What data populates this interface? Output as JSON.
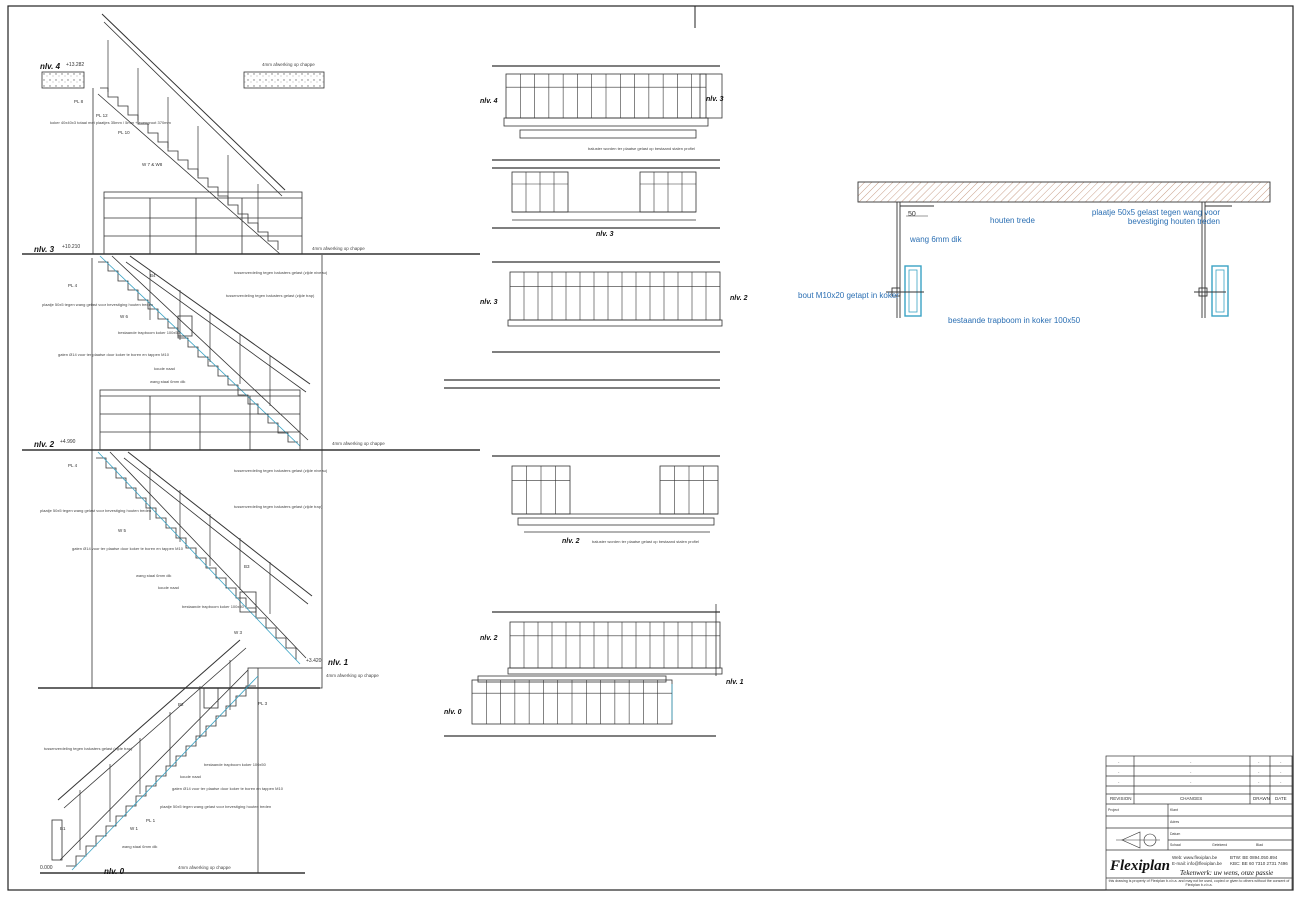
{
  "elevation": {
    "levels": [
      {
        "label": "nlv. 4",
        "height": "+13.282"
      },
      {
        "label": "nlv. 3",
        "height": "+10.210"
      },
      {
        "label": "nlv. 2",
        "height": "+4.990"
      },
      {
        "label": "nlv. 1",
        "height": "+3.420"
      },
      {
        "label": "nlv. 0",
        "height": "0.000"
      }
    ],
    "finish_note": "4mm afwerking op chappe",
    "notes": [
      "koker 40x40x3 totaal met plaatjes 35mm / 5mm + evengroot 370mm",
      "tussenverdeling tegen balusters gelast (zijde niveau)",
      "tussenverdeling tegen balusters gelast (zijde trap)",
      "plaatje 50x5 tegen wang gelast voor bevestiging houten treden",
      "bestaande trapboom koker 100x50",
      "gaten Ø14 voor ter plaatse door koker te boren en tappen M10",
      "koude naad",
      "wang staal 6mm dik"
    ],
    "tags": [
      "PL 8",
      "PL 10",
      "PL 12",
      "W 7 & W8",
      "PL 4",
      "W 6",
      "W 5",
      "W 3",
      "W 1",
      "PL 3",
      "PL 1",
      "B1",
      "B2",
      "B3",
      "B4"
    ]
  },
  "plans": [
    {
      "level": "nlv. 4",
      "side": "nlv. 3",
      "note": "baluster worden ter plaatse gelast op bestaand stalen profiel"
    },
    {
      "level": "nlv. 3",
      "side": ""
    },
    {
      "level": "nlv. 3",
      "side": "nlv. 2"
    },
    {
      "level": "nlv. 2",
      "side": "",
      "note": "baluster worden ter plaatse gelast op bestaand stalen profiel"
    },
    {
      "level": "nlv. 2",
      "side": "nlv. 1"
    },
    {
      "level": "nlv. 0",
      "side": ""
    }
  ],
  "detail": {
    "tread": "houten trede",
    "plate": "plaatje 50x5 gelast tegen wang voor bevestiging houten treden",
    "wang": "wang 6mm dik",
    "bolt": "bout M10x20 getapt in koker",
    "beam": "bestaande trapboom in koker 100x50",
    "dim": "50"
  },
  "title_block": {
    "revision_rows": [
      [
        "-",
        "-",
        "-",
        "-"
      ],
      [
        "-",
        "-",
        "-",
        "-"
      ],
      [
        "-",
        "-",
        "-",
        "-"
      ]
    ],
    "headers": [
      "REVISION",
      "CHANGES",
      "DRAWN",
      "DATE"
    ],
    "info_labels": [
      "Project",
      "Klant",
      "Adres",
      "Datum",
      "Schaal",
      "Getekend",
      "Blad"
    ],
    "brand": "Flexiplan",
    "tagline": "Tekenwerk: uw wens, onze passie",
    "web": "Web: www.flexiplan.be",
    "email": "E-mail: info@flexiplan.be",
    "btw": "BTW: BE 0894.050.894",
    "kbc": "KBC: BE 60 7310 2731 7496",
    "disclaimer": "this drawing is property of Flexiplan b.v.b.a. and may not be used, copied or given to others without the consent of Flexiplan b.v.b.a."
  }
}
